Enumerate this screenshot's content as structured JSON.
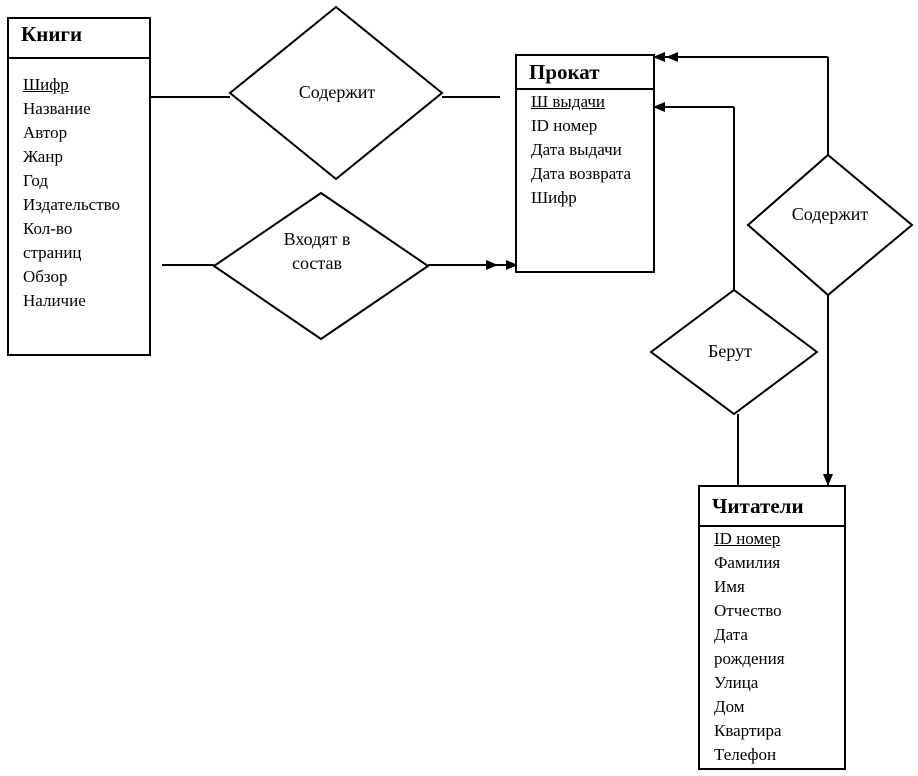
{
  "entities": {
    "books": {
      "title": "Книги",
      "attributes": [
        "Шифр",
        "Название",
        "Автор",
        "Жанр",
        "Год",
        "Издательство",
        "Кол-во страниц",
        "Обзор",
        "Наличие"
      ]
    },
    "rental": {
      "title": "Прокат",
      "attributes": [
        "Ш выдачи",
        "ID номер",
        "Дата выдачи",
        "Дата возврата",
        "Шифр"
      ]
    },
    "readers": {
      "title": "Читатели",
      "attributes": [
        "ID номер",
        "Фамилия",
        "Имя",
        "Отчество",
        "Дата рождения",
        "Улица",
        "Дом",
        "Квартира",
        "Телефон"
      ]
    }
  },
  "relationships": {
    "contains_top": "Содержит",
    "part_of": "Входят в состав",
    "contains_right": "Содержит",
    "take": "Берут"
  }
}
